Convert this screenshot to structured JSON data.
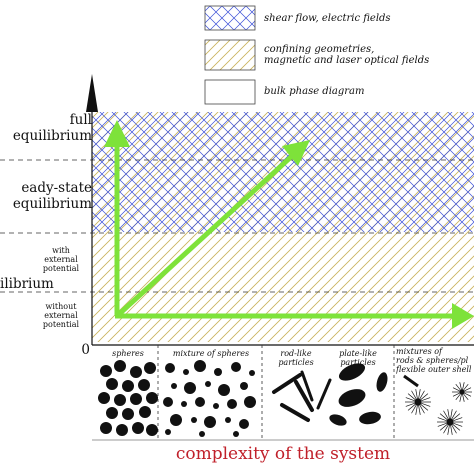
{
  "legend": [
    {
      "label": "shear flow, electric fields",
      "pattern": "crosshatch-blue"
    },
    {
      "label": "confining geometries,\nmagnetic and laser optical fields",
      "pattern": "hatch-yellow"
    },
    {
      "label": "bulk phase diagram",
      "pattern": "none"
    }
  ],
  "y_levels": {
    "full": "full\nequilibrium",
    "steady": "eady-state\nequilibrium",
    "partial": "ilibrium",
    "with_ext": "with\nexternal\npotential",
    "without_ext": "without\nexternal\npotential",
    "origin": "0"
  },
  "categories": [
    "spheres",
    "mixture of spheres",
    "rod-like\nparticles",
    "plate-like\nparticles",
    "mixtures of\nrods & spheres/pl\nflexible outer shell"
  ],
  "x_title": "complexity of the system",
  "colors": {
    "arrow": "#7ee23a",
    "blue_hatch": "#3a4fd8",
    "yellow_hatch": "#c9b25a",
    "title": "#c0202a"
  }
}
